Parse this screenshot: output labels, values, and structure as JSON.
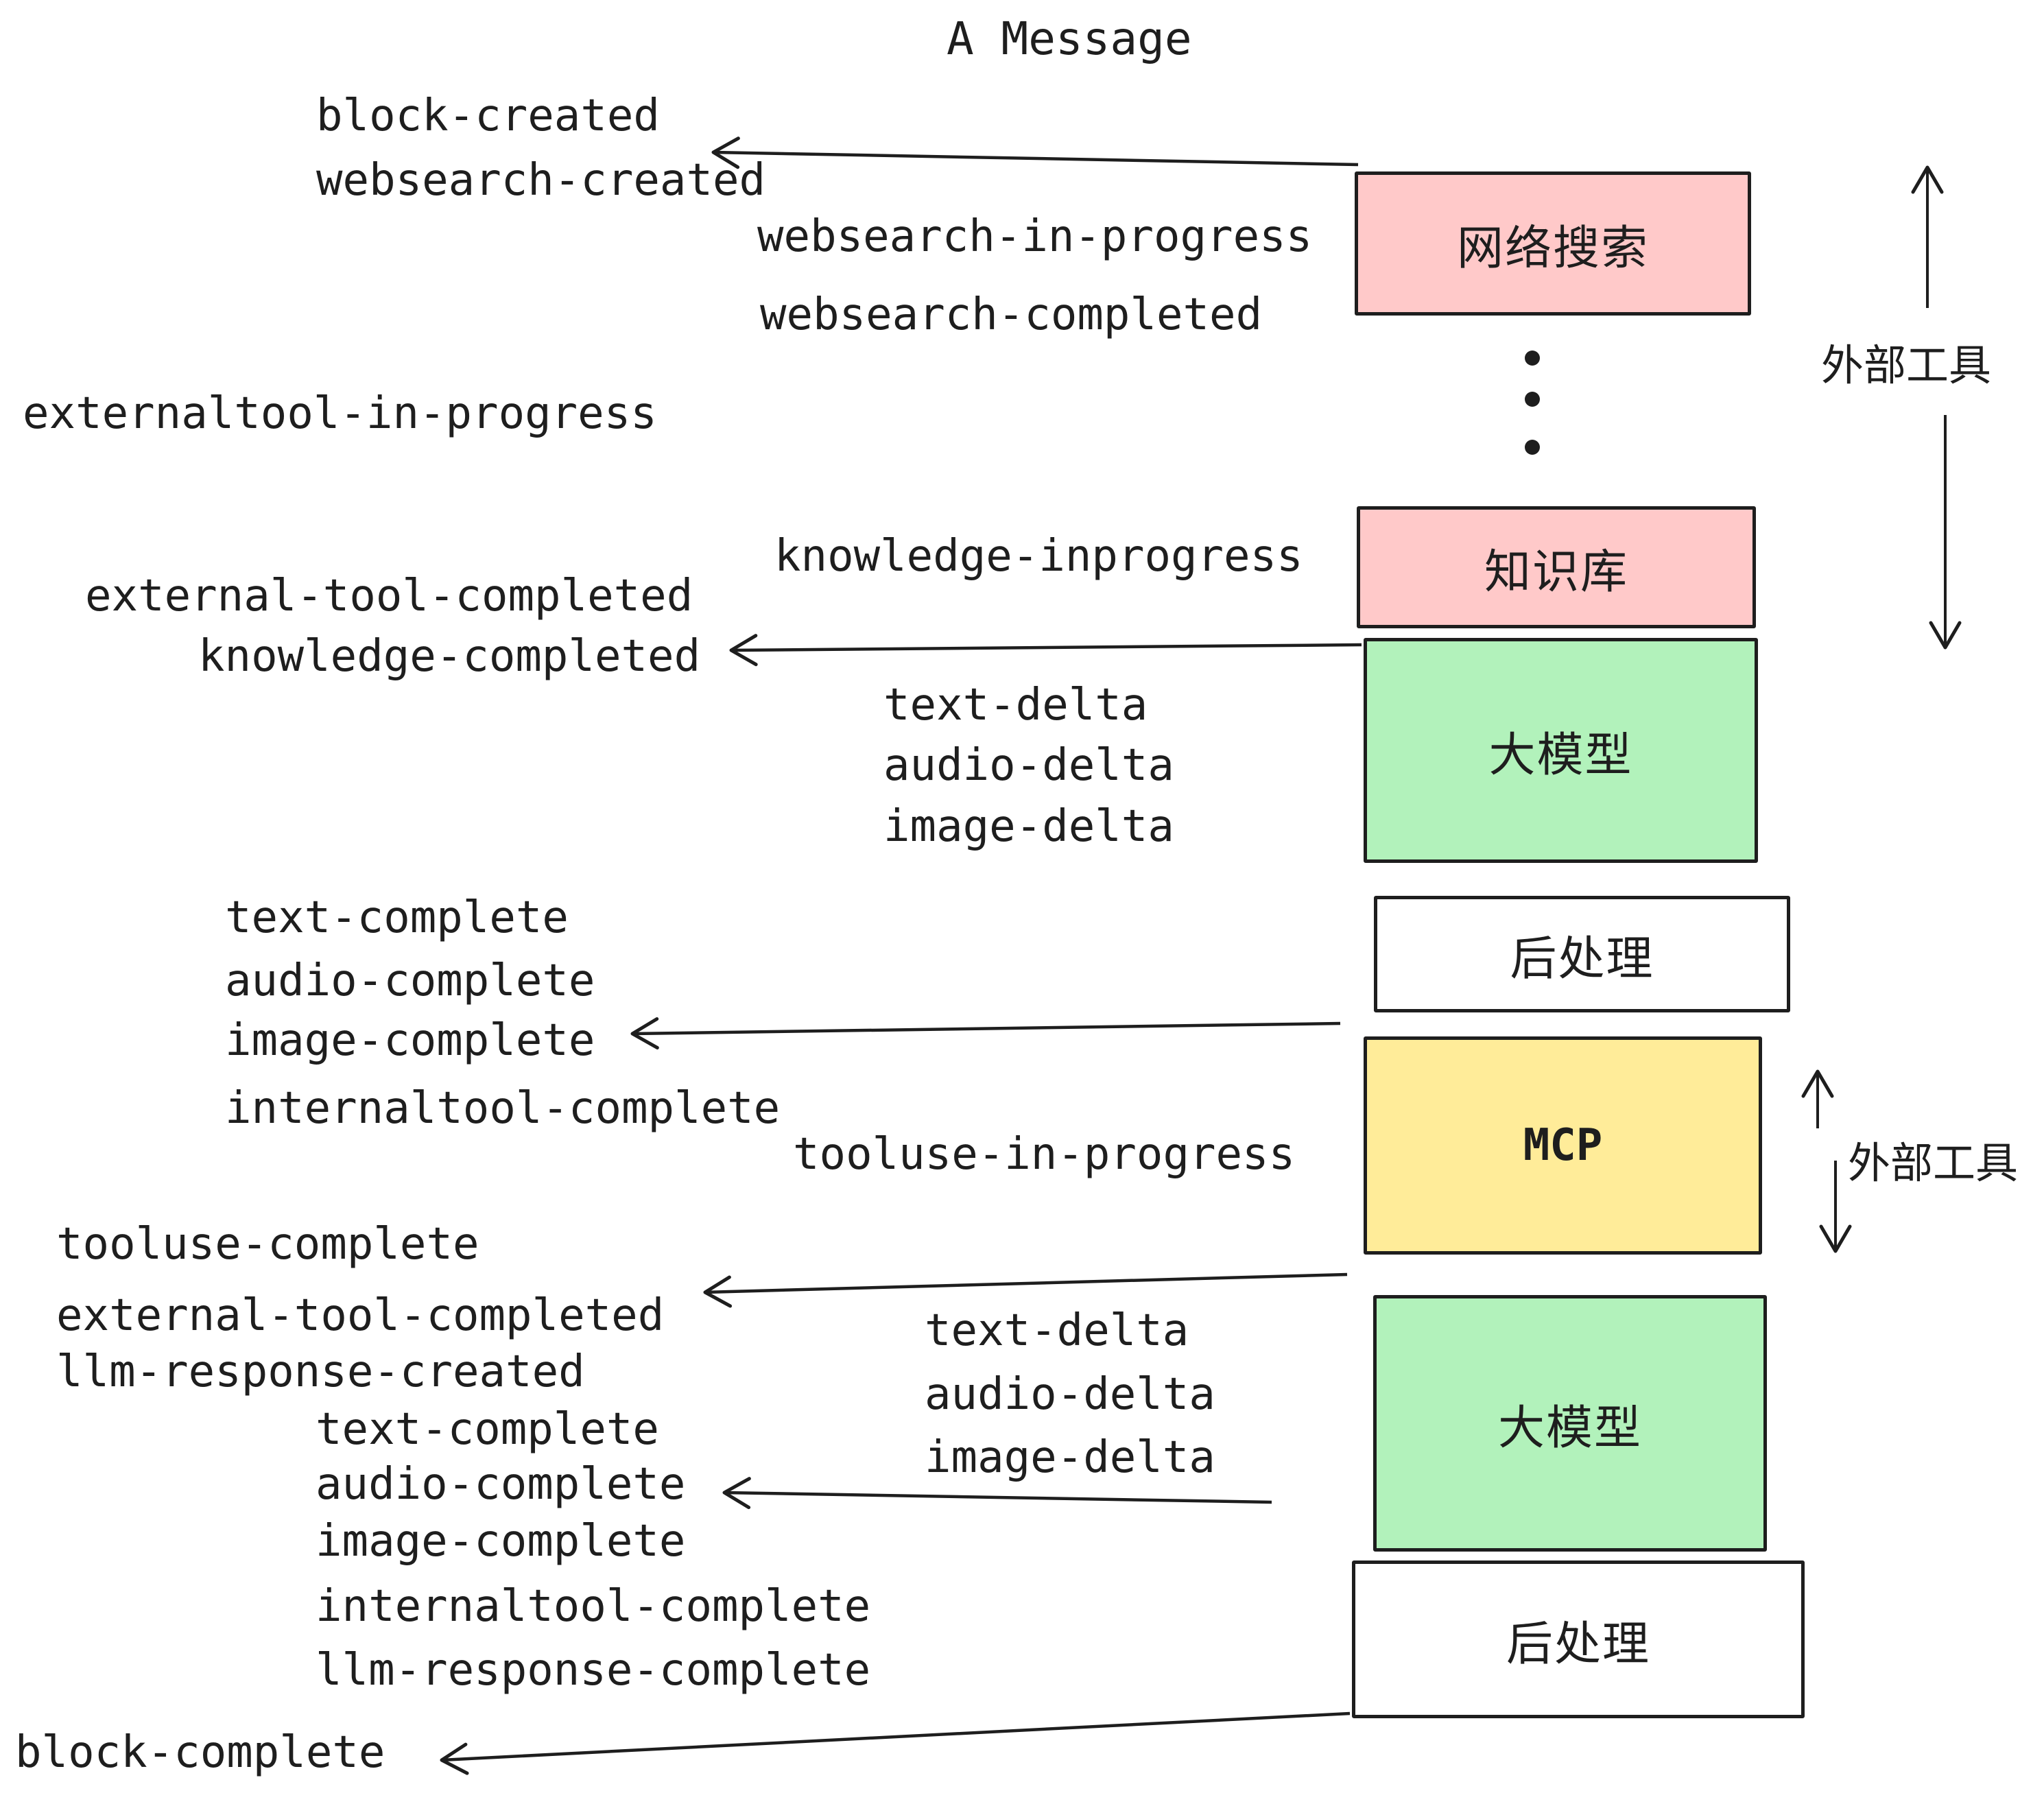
{
  "title": "A Message",
  "events": {
    "block_created": "block-created",
    "websearch_created": "websearch-created",
    "websearch_in_progress": "websearch-in-progress",
    "websearch_completed": "websearch-completed",
    "externaltool_in_progress": "externaltool-in-progress",
    "knowledge_inprogress": "knowledge-inprogress",
    "external_tool_completed_1": "external-tool-completed",
    "knowledge_completed": "knowledge-completed",
    "text_delta_1": "text-delta",
    "audio_delta_1": "audio-delta",
    "image_delta_1": "image-delta",
    "text_complete_1": "text-complete",
    "audio_complete_1": "audio-complete",
    "image_complete_1": "image-complete",
    "internaltool_complete_1": "internaltool-complete",
    "tooluse_in_progress": "tooluse-in-progress",
    "tooluse_complete": "tooluse-complete",
    "external_tool_completed_2": "external-tool-completed",
    "llm_response_created": "llm-response-created",
    "text_complete_2": "text-complete",
    "audio_complete_2": "audio-complete",
    "image_complete_2": "image-complete",
    "internaltool_complete_2": "internaltool-complete",
    "llm_response_complete": "llm-response-complete",
    "block_complete": "block-complete"
  },
  "boxes": [
    {
      "label": "网络搜索",
      "fill": "#ffc9c9"
    },
    {
      "label": "知识库",
      "fill": "#ffc9c9"
    },
    {
      "label": "大模型",
      "fill": "#b2f2bb"
    },
    {
      "label": "后处理",
      "fill": "#ffffff"
    },
    {
      "label": "MCP",
      "fill": "#ffec99"
    },
    {
      "label": "大模型",
      "fill": "#b2f2bb"
    },
    {
      "label": "后处理",
      "fill": "#ffffff"
    }
  ],
  "side_annotations": {
    "external_tools_top": "外部工具",
    "external_tools_bottom": "外部工具"
  },
  "colors": {
    "stroke": "#1e1e1e",
    "pink": "#ffc9c9",
    "green": "#b2f2bb",
    "yellow": "#ffec99",
    "white": "#ffffff",
    "background": "#ffffff"
  }
}
